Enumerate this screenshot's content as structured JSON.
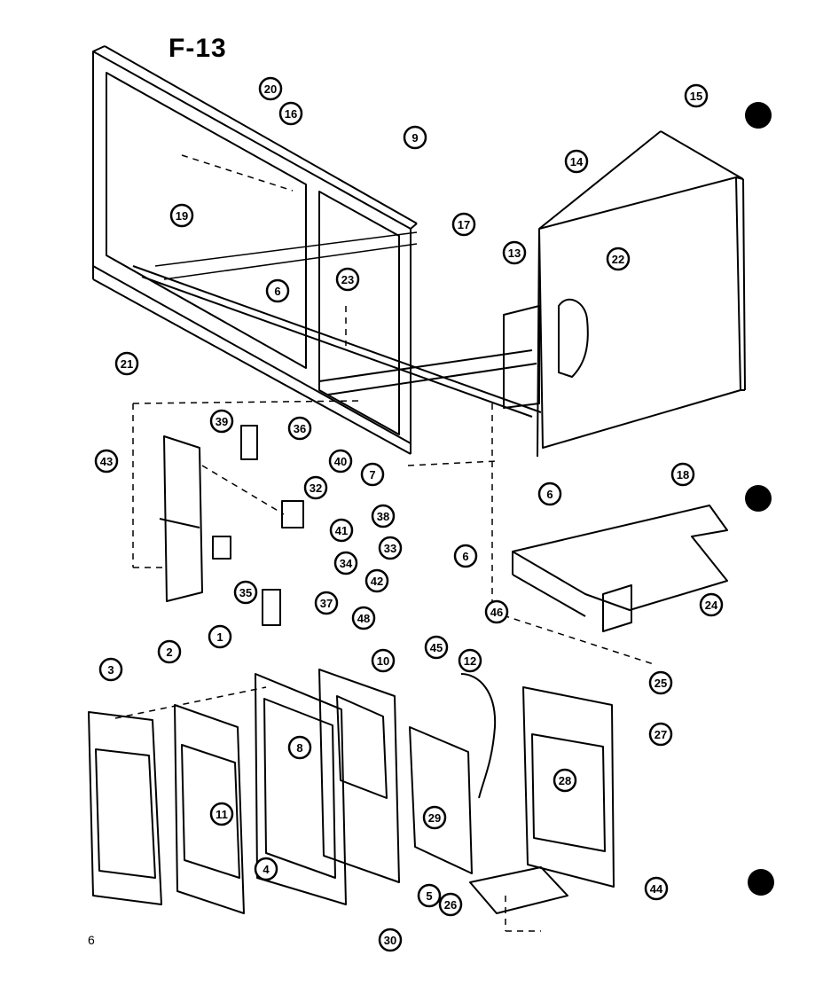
{
  "figure_label": "F-13",
  "page_number": "6",
  "callouts": [
    {
      "id": "c20a",
      "label": "20"
    },
    {
      "id": "c16a",
      "label": "16"
    },
    {
      "id": "c9",
      "label": "9"
    },
    {
      "id": "c15",
      "label": "15"
    },
    {
      "id": "c14",
      "label": "14"
    },
    {
      "id": "c19",
      "label": "19"
    },
    {
      "id": "c23",
      "label": "23"
    },
    {
      "id": "c17",
      "label": "17"
    },
    {
      "id": "c13",
      "label": "13"
    },
    {
      "id": "c22",
      "label": "22"
    },
    {
      "id": "c6a",
      "label": "6"
    },
    {
      "id": "c21",
      "label": "21"
    },
    {
      "id": "c39",
      "label": "39"
    },
    {
      "id": "c36",
      "label": "36"
    },
    {
      "id": "c43",
      "label": "43"
    },
    {
      "id": "c40",
      "label": "40"
    },
    {
      "id": "c7",
      "label": "7"
    },
    {
      "id": "c32",
      "label": "32"
    },
    {
      "id": "c38",
      "label": "38"
    },
    {
      "id": "c41",
      "label": "41"
    },
    {
      "id": "c33",
      "label": "33"
    },
    {
      "id": "c6b",
      "label": "6"
    },
    {
      "id": "c6c",
      "label": "6"
    },
    {
      "id": "c18",
      "label": "18"
    },
    {
      "id": "c34",
      "label": "34"
    },
    {
      "id": "c42",
      "label": "42"
    },
    {
      "id": "c35",
      "label": "35"
    },
    {
      "id": "c37",
      "label": "37"
    },
    {
      "id": "c46",
      "label": "46"
    },
    {
      "id": "c24",
      "label": "24"
    },
    {
      "id": "c48",
      "label": "48"
    },
    {
      "id": "c25",
      "label": "25"
    },
    {
      "id": "c3",
      "label": "3"
    },
    {
      "id": "c2",
      "label": "2"
    },
    {
      "id": "c1",
      "label": "1"
    },
    {
      "id": "c10",
      "label": "10"
    },
    {
      "id": "c45",
      "label": "45"
    },
    {
      "id": "c12",
      "label": "12"
    },
    {
      "id": "c27",
      "label": "27"
    },
    {
      "id": "c8",
      "label": "8"
    },
    {
      "id": "c11",
      "label": "11"
    },
    {
      "id": "c28",
      "label": "28"
    },
    {
      "id": "c29",
      "label": "29"
    },
    {
      "id": "c4",
      "label": "4"
    },
    {
      "id": "c5",
      "label": "5"
    },
    {
      "id": "c26",
      "label": "26"
    },
    {
      "id": "c44",
      "label": "44"
    },
    {
      "id": "c30",
      "label": "30"
    }
  ]
}
